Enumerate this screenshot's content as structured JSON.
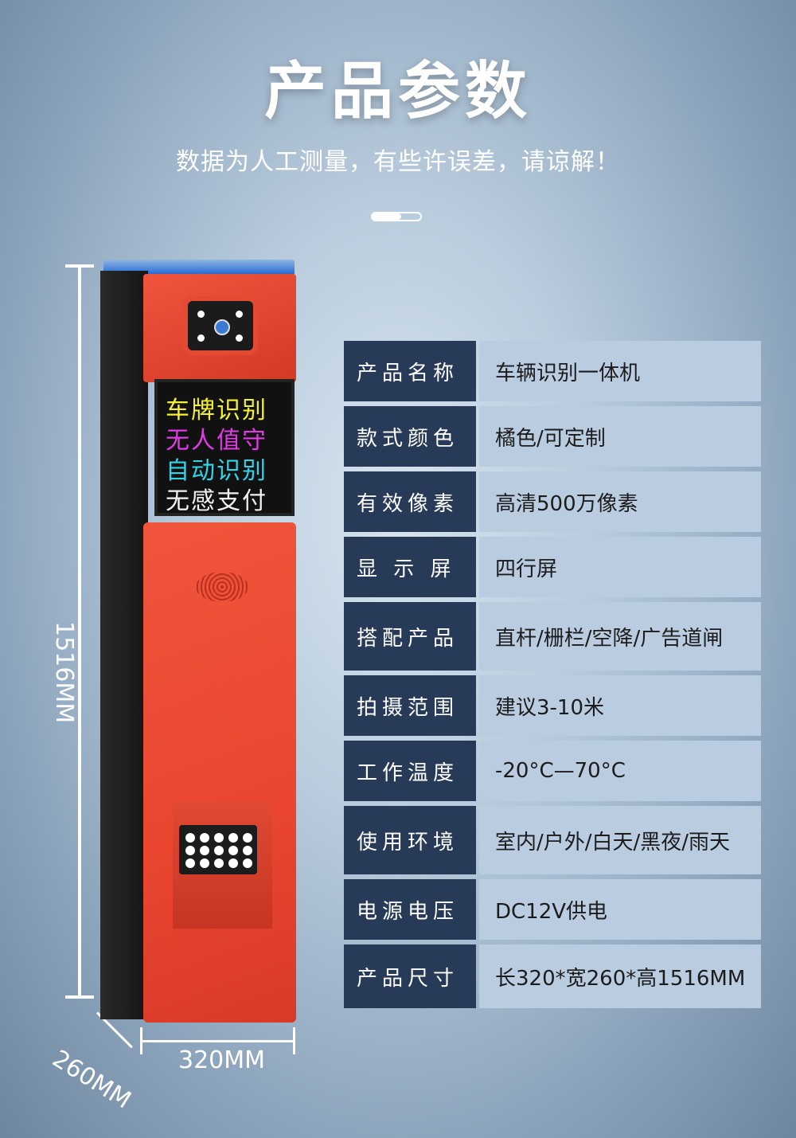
{
  "header": {
    "title": "产品参数",
    "subtitle": "数据为人工测量，有些许误差，请谅解！"
  },
  "device": {
    "screen_lines": [
      {
        "text": "车牌识别",
        "color": "#f5f22b"
      },
      {
        "text": "无人值守",
        "color": "#e23be6"
      },
      {
        "text": "自动识别",
        "color": "#2fd5e8"
      },
      {
        "text": "无感支付",
        "color": "#f2f2f2"
      }
    ]
  },
  "dimensions": {
    "height": "1516MM",
    "width": "320MM",
    "depth": "260MM"
  },
  "specs": [
    {
      "label": "产品名称",
      "value": "车辆识别一体机"
    },
    {
      "label": "款式颜色",
      "value": "橘色/可定制"
    },
    {
      "label": "有效像素",
      "value": "高清500万像素"
    },
    {
      "label": "显 示 屏",
      "value": "四行屏"
    },
    {
      "label": "搭配产品",
      "value": "直杆/栅栏/空降/广告道闸"
    },
    {
      "label": "拍摄范围",
      "value": "建议3-10米"
    },
    {
      "label": "工作温度",
      "value": "-20°C—70°C"
    },
    {
      "label": "使用环境",
      "value": "室内/户外/白天/黑夜/雨天"
    },
    {
      "label": "电源电压",
      "value": "DC12V供电"
    },
    {
      "label": "产品尺寸",
      "value": "长320*宽260*高1516MM"
    }
  ]
}
